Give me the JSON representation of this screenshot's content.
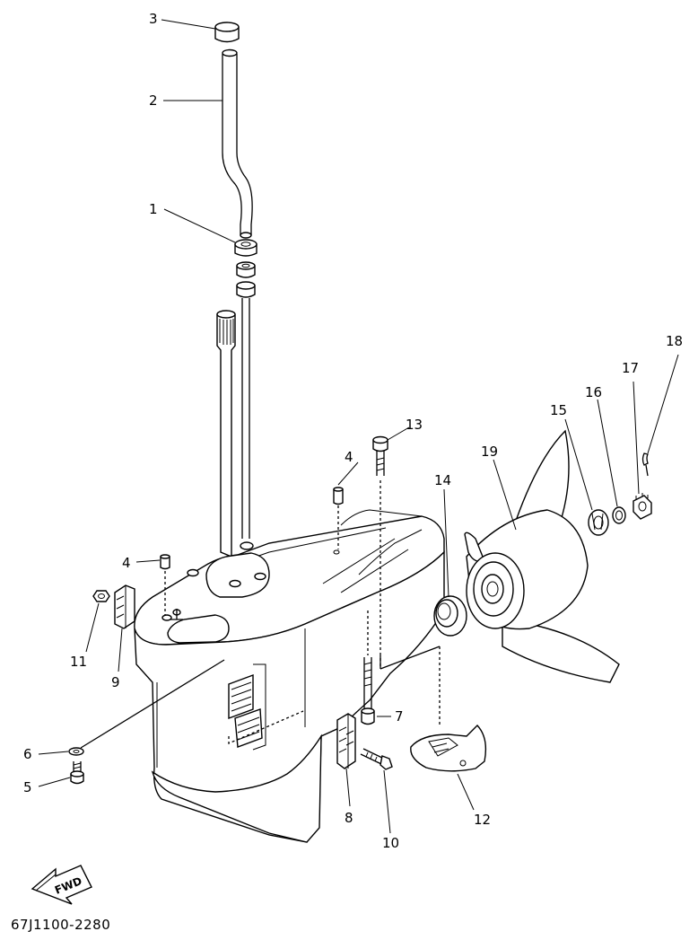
{
  "labels": {
    "p1": "1",
    "p2": "2",
    "p3": "3",
    "p4a": "4",
    "p4b": "4",
    "p5": "5",
    "p6": "6",
    "p7": "7",
    "p8": "8",
    "p9": "9",
    "p10": "10",
    "p11": "11",
    "p12": "12",
    "p13": "13",
    "p14": "14",
    "p15": "15",
    "p16": "16",
    "p17": "17",
    "p18": "18",
    "p19": "19"
  },
  "fwd_label": "FWD",
  "drawing_code": "67J1100-2280"
}
